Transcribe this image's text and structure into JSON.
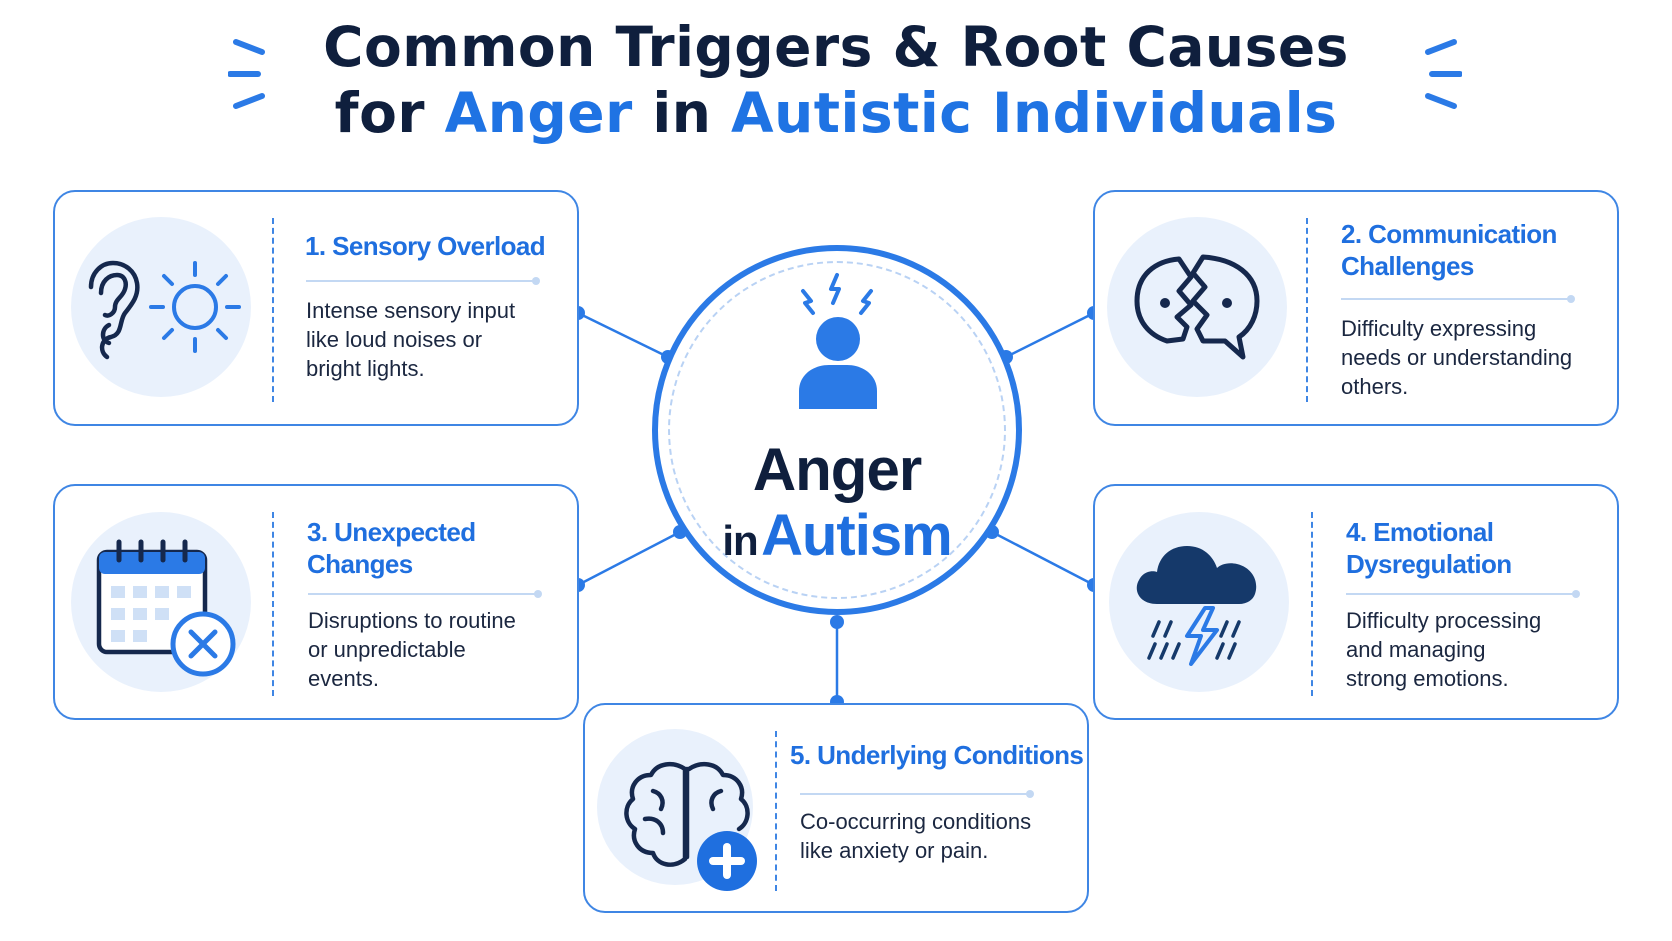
{
  "title": {
    "line1": "Common Triggers & Root Causes",
    "line2_word1": "for",
    "line2_word2": "Anger",
    "line2_word3": "in",
    "line2_word4": "Autistic Individuals"
  },
  "center": {
    "word1": "Anger",
    "word2": "in",
    "word3": "Autism",
    "icon": "angry-person-icon"
  },
  "cards": [
    {
      "title": "1. Sensory Overload",
      "desc": [
        "Intense sensory input",
        "like loud noises or",
        "bright lights."
      ],
      "icons": [
        "ear-icon",
        "sun-icon"
      ]
    },
    {
      "title": "2. Communication\nChallenges",
      "desc": [
        "Difficulty expressing",
        "needs or understanding",
        "others."
      ],
      "icons": [
        "broken-speech-bubble-icon"
      ]
    },
    {
      "title": "3. Unexpected\nChanges",
      "desc": [
        "Disruptions to routine",
        "or unpredictable",
        "events."
      ],
      "icons": [
        "calendar-cancel-icon"
      ]
    },
    {
      "title": "4. Emotional\nDysregulation",
      "desc": [
        "Difficulty processing",
        "and managing",
        "strong emotions."
      ],
      "icons": [
        "storm-cloud-icon"
      ]
    },
    {
      "title": "5. Underlying Conditions",
      "desc": [
        "Co-occurring conditions",
        "like anxiety or pain."
      ],
      "icons": [
        "brain-medical-icon"
      ]
    }
  ],
  "colors": {
    "navy": "#0f1f3d",
    "accent": "#1f73e3",
    "card_border": "#3f86e4",
    "icon_bg": "#e9f1fc"
  }
}
